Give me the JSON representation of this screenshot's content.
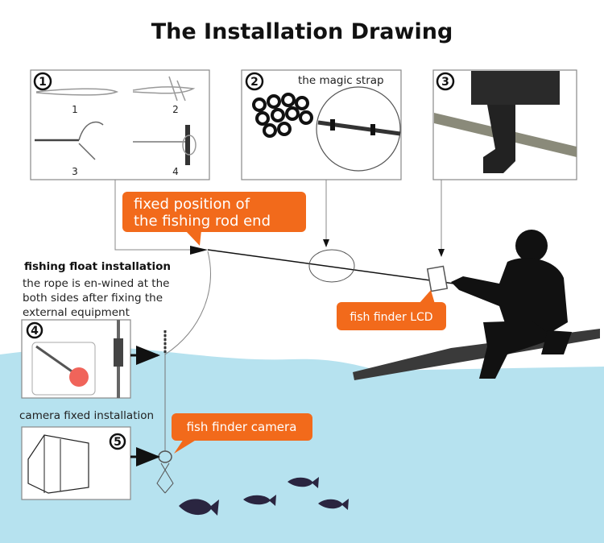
{
  "title": "The Installation Drawing",
  "panels": {
    "p1": {
      "badge": "1",
      "steps": [
        "1",
        "2",
        "3",
        "4"
      ]
    },
    "p2": {
      "badge": "2",
      "label": "the magic strap"
    },
    "p3": {
      "badge": "3"
    },
    "p4": {
      "badge": "4"
    },
    "p5": {
      "badge": "5"
    }
  },
  "callouts": {
    "rod_end": [
      "fixed position of",
      "the fishing rod end"
    ],
    "lcd": "fish finder LCD",
    "camera": "fish finder camera"
  },
  "float_note": {
    "heading": "fishing float installation",
    "lines": [
      "the rope is en-wined at the",
      "both sides after fixing the",
      "external equipment"
    ]
  },
  "camera_note": "camera fixed installation",
  "colors": {
    "accent": "#f26a1b",
    "water": "#b6e2ef",
    "dock": "#3a3a3a"
  }
}
